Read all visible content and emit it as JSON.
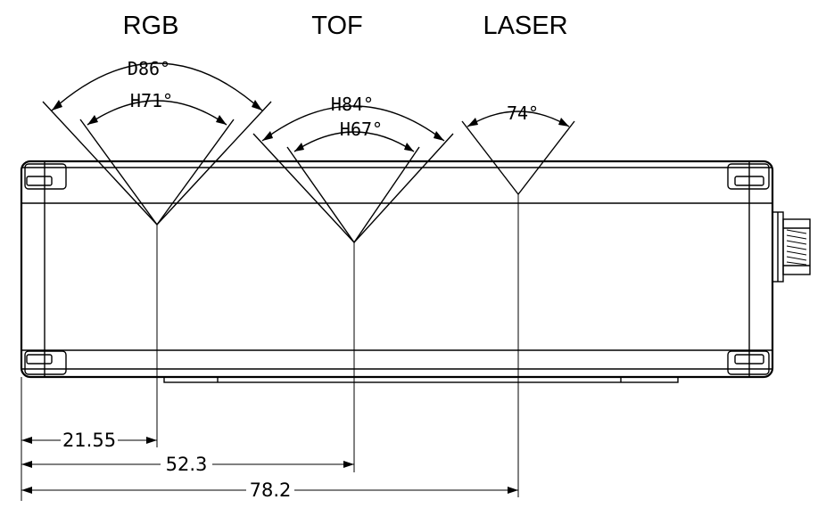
{
  "sensors": {
    "rgb": {
      "label": "RGB",
      "angles": [
        "D86°",
        "H71°"
      ]
    },
    "tof": {
      "label": "TOF",
      "angles": [
        "H84°",
        "H67°"
      ]
    },
    "laser": {
      "label": "LASER",
      "angles": [
        "74°"
      ]
    }
  },
  "dimensions": {
    "rgb_offset": "21.55",
    "tof_offset": "52.3",
    "laser_offset": "78.2"
  }
}
